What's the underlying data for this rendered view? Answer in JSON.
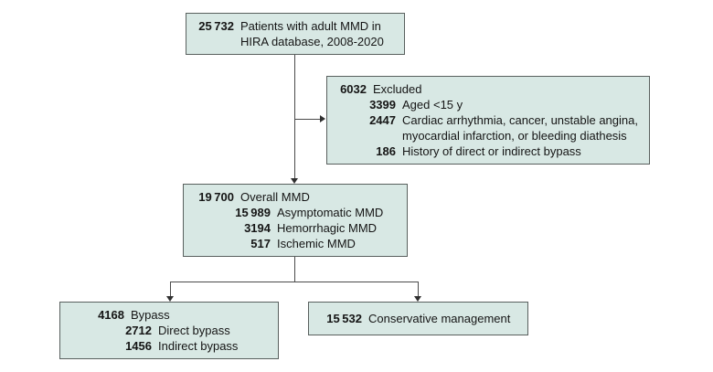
{
  "figure": {
    "type": "patient-flow-diagram",
    "colors": {
      "box_fill": "#d8e8e4",
      "box_border": "#59605e",
      "connector": "#4a4a4a",
      "text": "#151515"
    },
    "boxes": {
      "patients": {
        "rows": [
          {
            "num": "25 732",
            "text": "Patients with adult MMD in\nHIRA database, 2008-2020"
          }
        ]
      },
      "excluded": {
        "rows": [
          {
            "num": "6032",
            "text": "Excluded"
          },
          {
            "num": "3399",
            "text": "Aged <15 y"
          },
          {
            "num": "2447",
            "text": "Cardiac arrhythmia, cancer, unstable angina,\nmyocardial infarction, or bleeding diathesis"
          },
          {
            "num": "186",
            "text": "History of direct or indirect bypass"
          }
        ]
      },
      "overall": {
        "rows": [
          {
            "num": "19 700",
            "text": "Overall MMD"
          },
          {
            "num": "15 989",
            "text": "Asymptomatic MMD"
          },
          {
            "num": "3194",
            "text": "Hemorrhagic MMD"
          },
          {
            "num": "517",
            "text": "Ischemic MMD"
          }
        ]
      },
      "bypass": {
        "rows": [
          {
            "num": "4168",
            "text": "Bypass"
          },
          {
            "num": "2712",
            "text": "Direct bypass"
          },
          {
            "num": "1456",
            "text": "Indirect bypass"
          }
        ]
      },
      "conservative": {
        "rows": [
          {
            "num": "15 532",
            "text": "Conservative management"
          }
        ]
      }
    }
  }
}
